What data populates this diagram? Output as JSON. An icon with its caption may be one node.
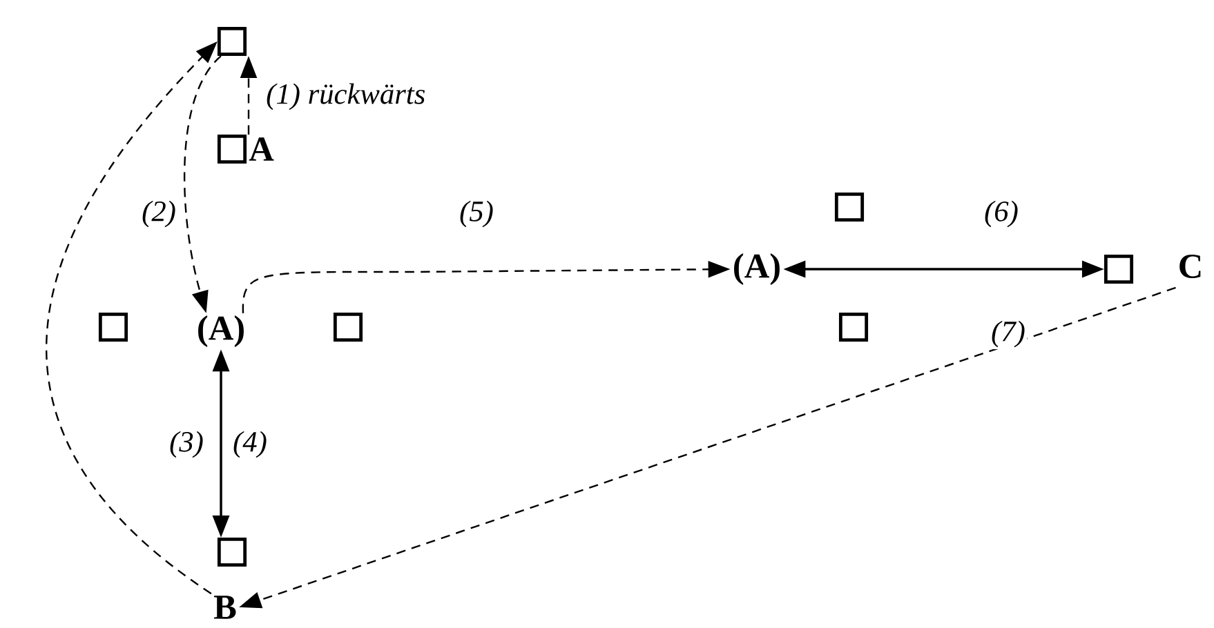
{
  "diagram": {
    "nodes": [
      {
        "text": [],
        "shape": "box"
      },
      {
        "text": [],
        "shape": "box",
        "beside": [
          "A"
        ]
      },
      {
        "text": [],
        "shape": "box"
      },
      {
        "text": [
          "(A)"
        ]
      },
      {
        "text": [],
        "shape": "box"
      },
      {
        "text": [
          "C"
        ]
      },
      {
        "text": [],
        "shape": "box"
      },
      {
        "text": [
          "(A)"
        ]
      },
      {
        "text": [],
        "shape": "box"
      },
      {
        "text": [],
        "shape": "box"
      },
      {
        "text": [],
        "shape": "box"
      },
      {
        "text": [
          "B"
        ]
      }
    ],
    "edges": [
      {
        "from": 1,
        "to": 0,
        "arrow": "to",
        "style": "dashed",
        "label": "(1) rückwärts"
      },
      {
        "from": 0,
        "to": 7,
        "arrow": "to",
        "style": "dashed",
        "label": "(2)"
      },
      {
        "from": 7,
        "to": 3,
        "arrow": "to",
        "style": "dashed",
        "label": "(5)"
      },
      {
        "from": 7,
        "to": 10,
        "arrow": "both",
        "label": "(3)"
      },
      {
        "from": 3,
        "to": 4,
        "arrow": "both",
        "label": "(6)"
      },
      {
        "from": 5,
        "to": 11,
        "arrow": "to",
        "style": "dashed",
        "label": "(7)"
      },
      {
        "from": 11,
        "to": 0,
        "arrow": "to",
        "style": "dashed"
      }
    ],
    "labels": [
      "(4)"
    ]
  }
}
